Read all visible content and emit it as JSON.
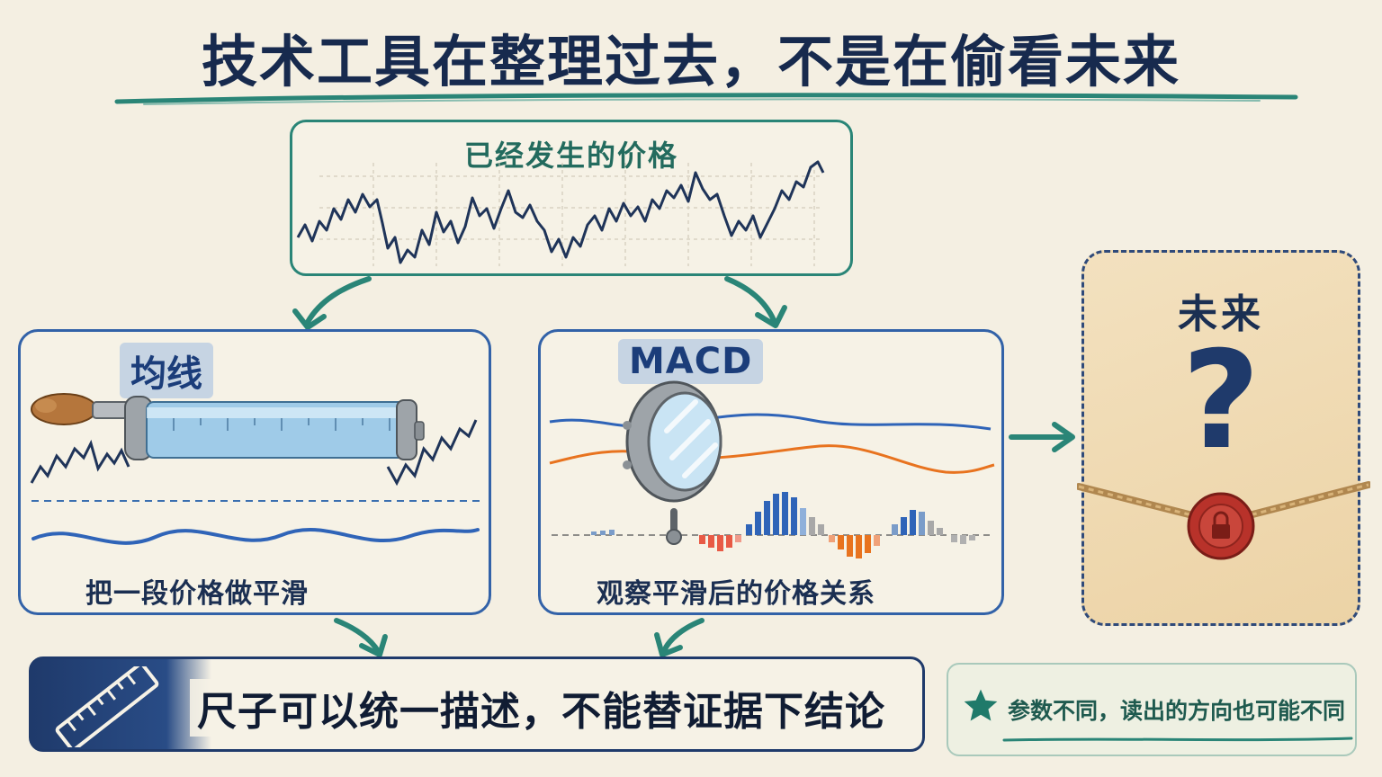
{
  "title": "技术工具在整理过去，不是在偷看未来",
  "price_box": {
    "label": "已经发生的价格"
  },
  "ma_panel": {
    "tag": "均线",
    "caption": "把一段价格做平滑"
  },
  "macd_panel": {
    "tag": "MACD",
    "caption": "观察平滑后的价格关系"
  },
  "future_card": {
    "label": "未来",
    "symbol": "?"
  },
  "conclusion": {
    "text": "尺子可以统一描述，不能替证据下结论"
  },
  "note": {
    "text": "参数不同，读出的方向也可能不同"
  },
  "colors": {
    "teal": "#2a8577",
    "navy": "#1f3a6b",
    "blue": "#3262a8",
    "orange": "#e8731f",
    "red": "#e0533c",
    "paper": "#f4efe2"
  }
}
